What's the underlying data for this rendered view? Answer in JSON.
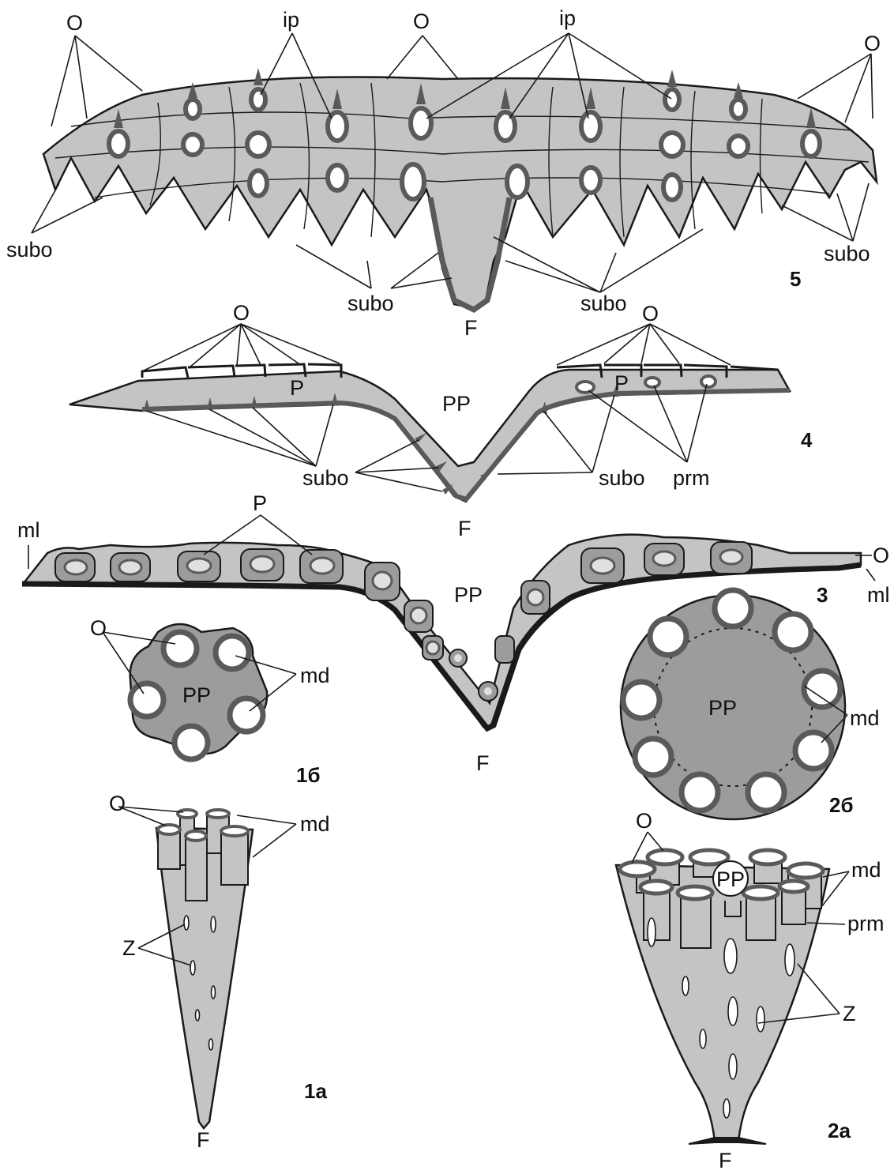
{
  "colors": {
    "body": "#c4c4c4",
    "inner": "#9c9c9c",
    "wall": "#5a5a5a",
    "outline": "#1a1a1a",
    "pore": "#ffffff"
  },
  "figure5": {
    "label_o": "O",
    "label_ip": "ip",
    "label_subo": "subo",
    "label_f": "F",
    "number": "5"
  },
  "figure4": {
    "label_o": "O",
    "label_p": "P",
    "label_pp": "PP",
    "label_subo": "subo",
    "label_prm": "prm",
    "label_f": "F",
    "number": "4"
  },
  "figure3": {
    "label_ml": "ml",
    "label_p": "P",
    "label_pp": "PP",
    "label_o": "O",
    "label_f": "F",
    "number": "3"
  },
  "figure1b": {
    "label_o": "O",
    "label_pp": "PP",
    "label_md": "md",
    "number": "1б"
  },
  "figure2b": {
    "label_pp": "PP",
    "label_md": "md",
    "number": "2б"
  },
  "figure1a": {
    "label_o": "O",
    "label_md": "md",
    "label_z": "Z",
    "label_f": "F",
    "number": "1a"
  },
  "figure2a": {
    "label_o": "O",
    "label_pp": "PP",
    "label_md": "md",
    "label_prm": "prm",
    "label_z": "Z",
    "label_f": "F",
    "number": "2a"
  }
}
